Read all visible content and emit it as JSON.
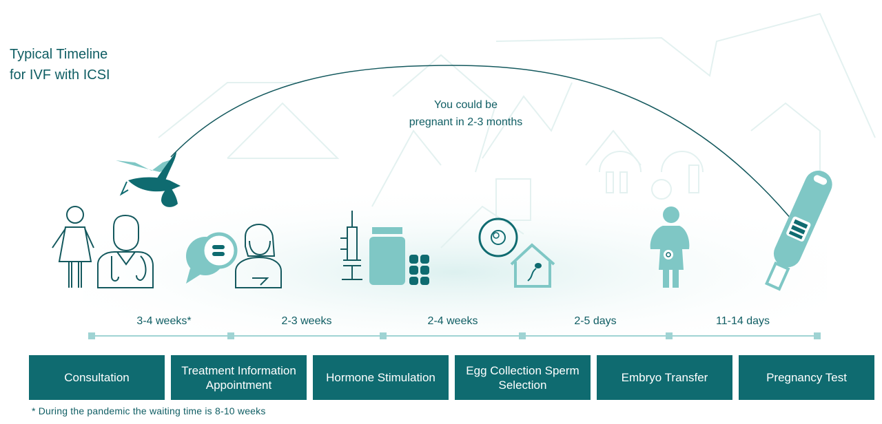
{
  "title": {
    "line1": "Typical Timeline",
    "line2": "for IVF with ICSI"
  },
  "arc_caption": {
    "line1": "You could be",
    "line2": "pregnant in 2-3 months"
  },
  "durations": [
    "3-4 weeks*",
    "2-3 weeks",
    "2-4 weeks",
    "2-5 days",
    "11-14 days"
  ],
  "steps": [
    {
      "line1": "Consultation",
      "line2": ""
    },
    {
      "line1": "Treatment Information",
      "line2": "Appointment"
    },
    {
      "line1": "Hormone Stimulation",
      "line2": ""
    },
    {
      "line1": "Egg Collection Sperm",
      "line2": "Selection"
    },
    {
      "line1": "Embryo Transfer",
      "line2": ""
    },
    {
      "line1": "Pregnancy Test",
      "line2": ""
    }
  ],
  "footnote": "* During the pandemic the waiting time is 8-10 weeks",
  "colors": {
    "dark_teal": "#0f6b70",
    "text_teal": "#0f5d63",
    "light_teal": "#7fc7c5",
    "timeline": "#9fd3d3",
    "outline": "#13585d"
  },
  "icons": [
    "stork-icon",
    "woman-icon",
    "doctor-icon",
    "speech-bubbles-icon",
    "consultant-icon",
    "syringe-icon",
    "medicine-bottle-icon",
    "pills-icon",
    "egg-icon",
    "sperm-house-icon",
    "pregnant-woman-icon",
    "pregnancy-test-icon"
  ]
}
